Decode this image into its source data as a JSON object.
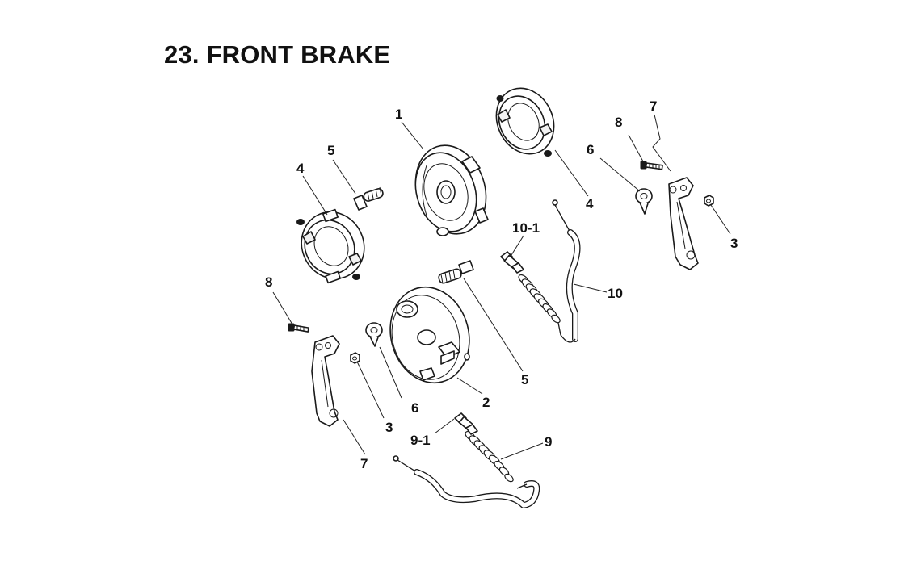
{
  "title": "23. FRONT BRAKE",
  "labels": [
    "1",
    "2",
    "3",
    "3",
    "4",
    "4",
    "5",
    "5",
    "6",
    "6",
    "7",
    "7",
    "8",
    "8",
    "9",
    "9-1",
    "10",
    "10-1"
  ]
}
